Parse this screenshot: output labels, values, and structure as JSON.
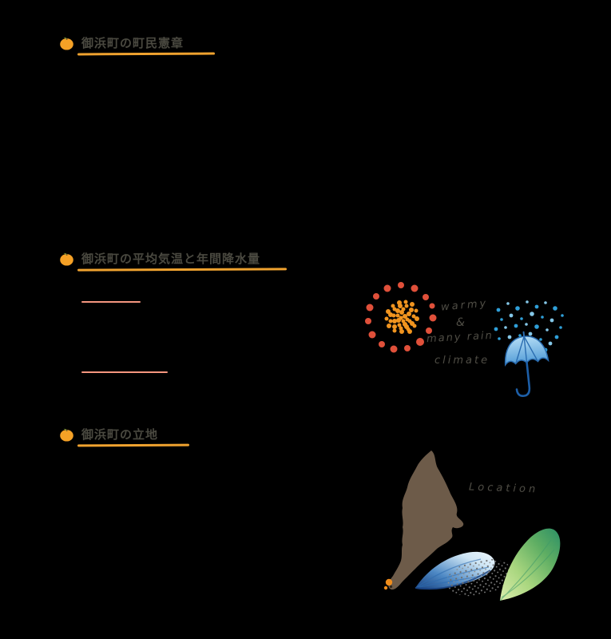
{
  "headings": {
    "charter": "御浜町の町民憲章",
    "climate": "御浜町の平均気温と年間降水量",
    "location": "御浜町の立地"
  },
  "climate_caption": {
    "line1": "warmy",
    "line2": "&",
    "line3": "many rain",
    "line4": "climate"
  },
  "location_caption": "Location",
  "icons": {
    "heading_bullet": "mikan-icon",
    "climate_illustrations": [
      "dotted-sun-icon",
      "rain-dots-icon",
      "umbrella-icon"
    ],
    "location_illustrations": [
      "mie-map-icon",
      "mihama-marker-icon",
      "shell-icon",
      "pebbles-icon",
      "leaf-icon"
    ]
  },
  "colors": {
    "background": "#000000",
    "heading_text": "#4a4940",
    "heading_underline": "#efa22f",
    "mikan_orange": "#f5a126",
    "mikan_leaf_green": "#7f9e3c",
    "salmon_line": "#f5967f",
    "sun_outer_red": "#e0503a",
    "sun_inner_orange": "#f0941f",
    "rain_blue": "#2f9fd8",
    "umbrella_blue": "#2a6cb0",
    "map_brown": "#6d5b49",
    "marker_orange": "#ef8c1b",
    "handwriting_text": "#4f4d45"
  }
}
